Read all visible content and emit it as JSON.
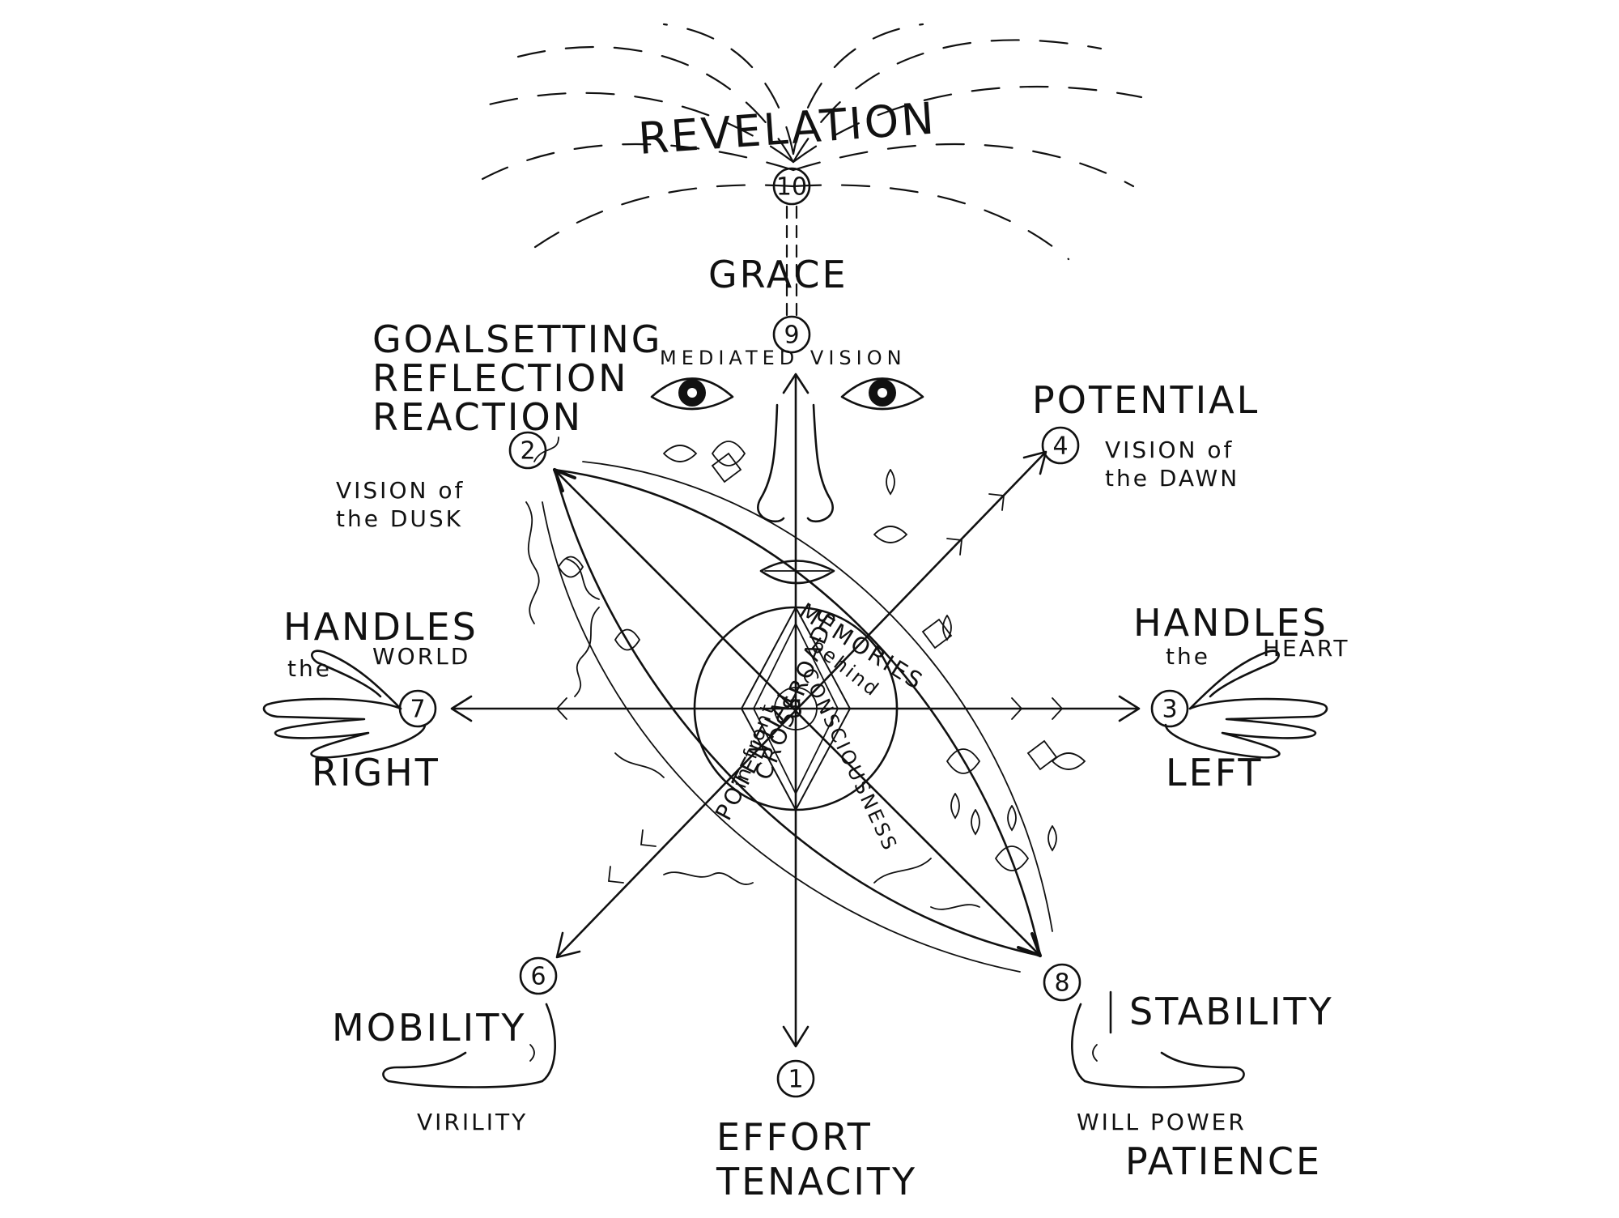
{
  "nodes": [
    {
      "id": "node-1",
      "number": "1",
      "labels": [
        "EFFORT",
        "TENACITY"
      ]
    },
    {
      "id": "node-2",
      "number": "2",
      "labels": [
        "GOALSETTING",
        "REFLECTION",
        "REACTION"
      ],
      "note": [
        "VISION of",
        "the DUSK"
      ]
    },
    {
      "id": "node-3",
      "number": "3",
      "labels": [
        "HANDLES",
        "the",
        "HEART",
        "LEFT"
      ]
    },
    {
      "id": "node-4",
      "number": "4",
      "labels": [
        "POTENTIAL"
      ],
      "note": [
        "VISION of",
        "the DAWN"
      ]
    },
    {
      "id": "node-5",
      "number": "5"
    },
    {
      "id": "node-6",
      "number": "6",
      "labels": [
        "MOBILITY",
        "VIRILITY"
      ]
    },
    {
      "id": "node-7",
      "number": "7",
      "labels": [
        "HANDLES",
        "the",
        "WORLD",
        "RIGHT"
      ]
    },
    {
      "id": "node-8",
      "number": "8",
      "labels": [
        "STABILITY",
        "WILL POWER",
        "PATIENCE"
      ]
    },
    {
      "id": "node-9",
      "number": "9",
      "labels": [
        "GRACE"
      ]
    },
    {
      "id": "node-10",
      "number": "10",
      "labels": [
        "REVELATION"
      ]
    }
  ],
  "face": {
    "caption": "MEDIATED VISION"
  },
  "center": {
    "words": [
      "MEMORIES",
      "behind",
      "CONSCIOUSNESS",
      "POTENTIAL",
      "in front",
      "CROSSROADS"
    ]
  },
  "colors": {
    "ink": "#111111",
    "paper": "#ffffff"
  }
}
